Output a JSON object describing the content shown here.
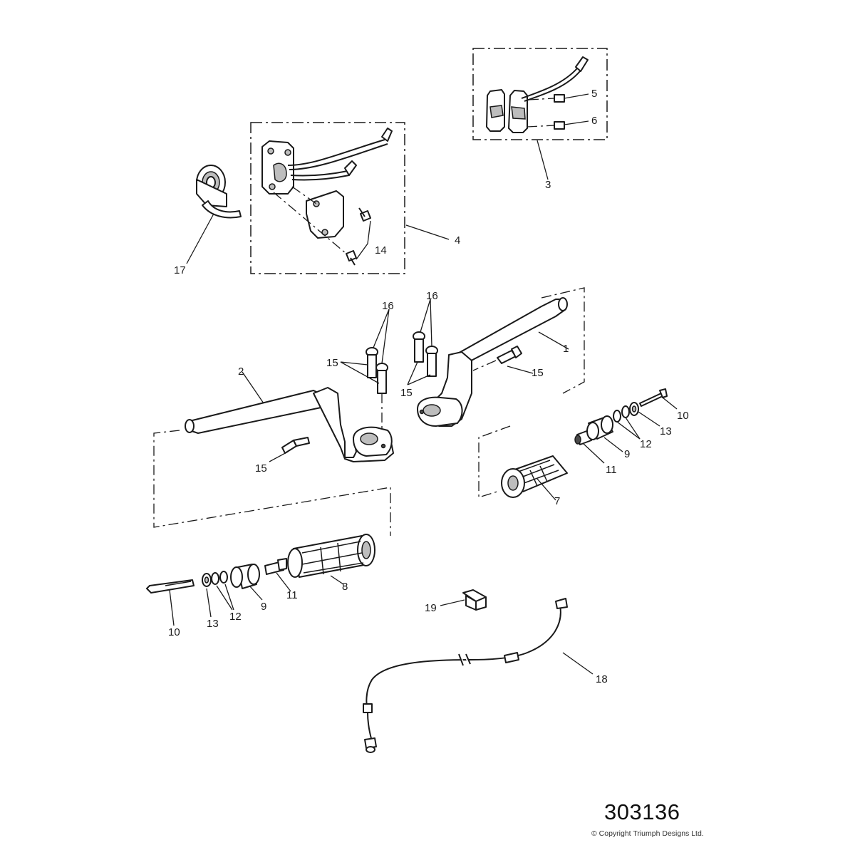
{
  "diagram": {
    "reference_number": "303136",
    "copyright": "© Copyright Triumph Designs Ltd.",
    "callouts": [
      {
        "id": "c1",
        "text": "1"
      },
      {
        "id": "c2",
        "text": "2"
      },
      {
        "id": "c3",
        "text": "3"
      },
      {
        "id": "c4",
        "text": "4"
      },
      {
        "id": "c5",
        "text": "5"
      },
      {
        "id": "c6",
        "text": "6"
      },
      {
        "id": "c7",
        "text": "7"
      },
      {
        "id": "c8",
        "text": "8"
      },
      {
        "id": "c9a",
        "text": "9"
      },
      {
        "id": "c9b",
        "text": "9"
      },
      {
        "id": "c10a",
        "text": "10"
      },
      {
        "id": "c10b",
        "text": "10"
      },
      {
        "id": "c11a",
        "text": "11"
      },
      {
        "id": "c11b",
        "text": "11"
      },
      {
        "id": "c12a",
        "text": "12"
      },
      {
        "id": "c12b",
        "text": "12"
      },
      {
        "id": "c13a",
        "text": "13"
      },
      {
        "id": "c13b",
        "text": "13"
      },
      {
        "id": "c14",
        "text": "14"
      },
      {
        "id": "c15a",
        "text": "15"
      },
      {
        "id": "c15b",
        "text": "15"
      },
      {
        "id": "c15c",
        "text": "15"
      },
      {
        "id": "c15d",
        "text": "15"
      },
      {
        "id": "c16a",
        "text": "16"
      },
      {
        "id": "c16b",
        "text": "16"
      },
      {
        "id": "c17",
        "text": "17"
      },
      {
        "id": "c18",
        "text": "18"
      },
      {
        "id": "c19",
        "text": "19"
      }
    ]
  }
}
